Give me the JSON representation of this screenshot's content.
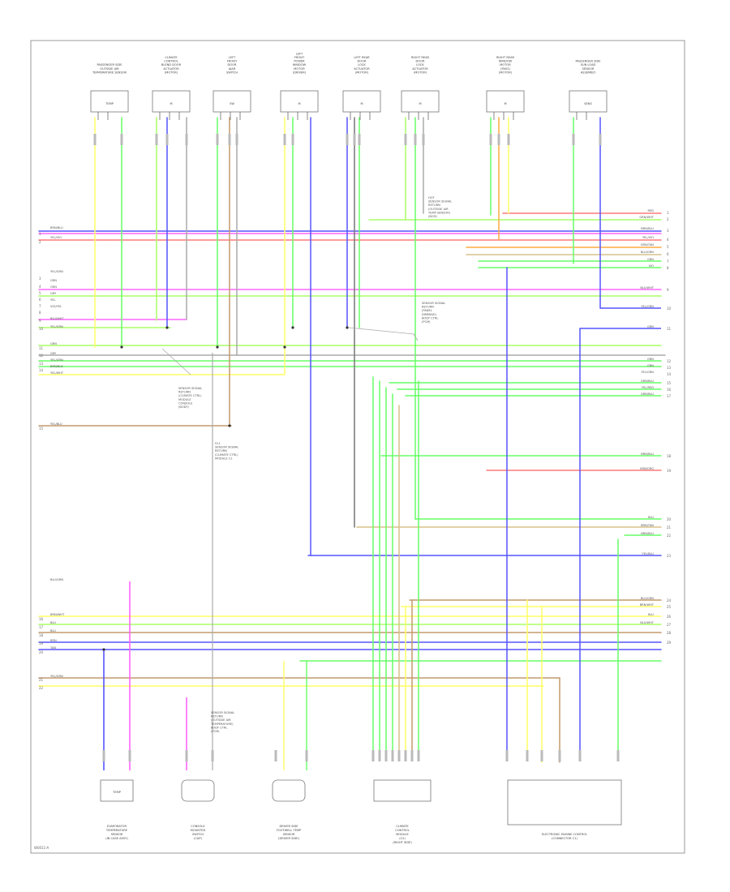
{
  "diagram": {
    "footer_code": "W0011-A",
    "top_components": [
      {
        "id": "c1",
        "label": [
          "PASSENGER SIDE",
          "OUTSIDE AIR",
          "TEMPERATURE SENSOR"
        ],
        "inner": "TEMP",
        "pins": 2
      },
      {
        "id": "c2",
        "label": [
          "CLIMATE",
          "CONTROL",
          "BLEND DOOR",
          "ACTUATOR",
          "(MOTOR)"
        ],
        "inner": "M",
        "pins": 3
      },
      {
        "id": "c3",
        "label": [
          "LEFT",
          "FRONT",
          "DOOR",
          "AJAR",
          "SWITCH"
        ],
        "inner": "SW",
        "pins": 3
      },
      {
        "id": "c4",
        "label": [
          "LEFT",
          "FRONT",
          "POWER",
          "WINDOW",
          "MOTOR",
          "(DRIVER)"
        ],
        "inner": "M",
        "pins": 3
      },
      {
        "id": "c5",
        "label": [
          "LEFT REAR",
          "DOOR",
          "LOCK",
          "ACTUATOR",
          "(MOTOR)"
        ],
        "inner": "M",
        "pins": 3
      },
      {
        "id": "c6",
        "label": [
          "RIGHT REAR",
          "DOOR",
          "LOCK",
          "ACTUATOR",
          "(MOTOR)"
        ],
        "inner": "M",
        "pins": 3
      },
      {
        "id": "c7",
        "label": [
          "RIGHT REAR",
          "WINDOW",
          "MOTOR",
          "(PASS)",
          "(MOTOR)"
        ],
        "inner": "M",
        "pins": 3
      },
      {
        "id": "c8",
        "label": [
          "PASSENGER SIDE",
          "SUN LOAD",
          "SENSOR",
          "ASSEMBLY"
        ],
        "inner": "SENS",
        "pins": 2
      }
    ],
    "bottom_components": [
      {
        "id": "b1",
        "label": [
          "EVAPORATOR",
          "TEMPERATURE",
          "SENSOR",
          "(IN CASE ASSY)"
        ],
        "inner": "TEMP"
      },
      {
        "id": "b2",
        "label": [
          "CONSOLE",
          "MOUNTED",
          "SWITCH",
          "(CAP)"
        ],
        "inner": ""
      },
      {
        "id": "b3",
        "label": [
          "DRIVER SIDE",
          "FOOTWELL TEMP",
          "SENSOR",
          "(DRIVER SIDE)"
        ],
        "inner": ""
      },
      {
        "id": "b4",
        "label": [
          "CLIMATE",
          "CONTROL",
          "MODULE",
          "(C2)",
          "(RIGHT SIDE)"
        ],
        "inner": ""
      },
      {
        "id": "b5",
        "label": [
          "ELECTRONIC ENGINE CONTROL",
          "(CONNECTOR C1)"
        ],
        "inner": ""
      }
    ],
    "notes": [
      {
        "id": "n1",
        "lines": [
          "SENSOR SIGNAL",
          "RETURN",
          "(OUTSIDE AIR",
          "TEMPERATURE)",
          "BODY CTRL",
          "(PCM)"
        ]
      },
      {
        "id": "n2",
        "lines": [
          "SENSOR SIGNAL",
          "RETURN",
          "(PANEL",
          "DIMMING)",
          "BODY CTRL",
          "(PCM)"
        ]
      },
      {
        "id": "n3",
        "lines": [
          "HOT",
          "SENSOR SIGNAL",
          "RETURN",
          "(OUTSIDE AIR",
          "TEMP SENSOR)",
          "(BCM)"
        ]
      },
      {
        "id": "n4",
        "lines": [
          "S11",
          "SENSOR SIGNAL",
          "RETURN",
          "(CLIMATE CTRL)",
          "MODULE C1"
        ]
      },
      {
        "id": "n5",
        "lines": [
          "SENSOR SIGNAL",
          "RETURN",
          "(CLIMATE CTRL)",
          "MODULE",
          "CONSOLE",
          "(BODY)"
        ]
      }
    ],
    "wire_labels_left": [
      "BRN/BLU",
      "YEL/VIO",
      "YEL/GRN",
      "GRN",
      "GRN",
      "GRY",
      "YEL",
      "VIO/YEL",
      "BLU/WHT",
      "YEL/GRN",
      "GRN",
      "GRY",
      "YEL/GRN",
      "BRN/BLK",
      "YEL/WHT",
      "YEL/BLU",
      "BLU/GRN",
      "BRN/WHT",
      "BLU",
      "BLU",
      "BRN",
      "TAN",
      "YEL/GRN"
    ],
    "wire_labels_right": [
      "RED",
      "GRN/WHT",
      "BRN/BLU",
      "YEL/VIO",
      "GRN/TAN",
      "BLU/GRN",
      "GRN",
      "VIO",
      "BLU/WHT",
      "YEL/GRN",
      "GRN",
      "GRN",
      "GRN",
      "YEL/GRN",
      "GRN/BLU",
      "YEL/RED",
      "GRN/BLU",
      "BRN/BLU",
      "GRN/ORG",
      "BLU",
      "BRN/TAN",
      "BRN/BLU",
      "YEL/BLU",
      "BLU/GRN",
      "BRN/WHT",
      "BLU",
      "BLU/WHT"
    ],
    "pin_numbers_left": [
      "1",
      "2",
      "3",
      "4",
      "5",
      "6",
      "7",
      "8",
      "9",
      "10",
      "11",
      "12",
      "13",
      "14",
      "15",
      "16",
      "17",
      "18",
      "19",
      "20",
      "21",
      "22"
    ],
    "pin_numbers_right": [
      "1",
      "2",
      "3",
      "4",
      "5",
      "6",
      "7",
      "8",
      "9",
      "10",
      "11",
      "12",
      "13",
      "14",
      "15",
      "16",
      "17",
      "18",
      "19",
      "20",
      "21",
      "22",
      "23",
      "24",
      "25",
      "26",
      "27",
      "28",
      "29"
    ]
  }
}
